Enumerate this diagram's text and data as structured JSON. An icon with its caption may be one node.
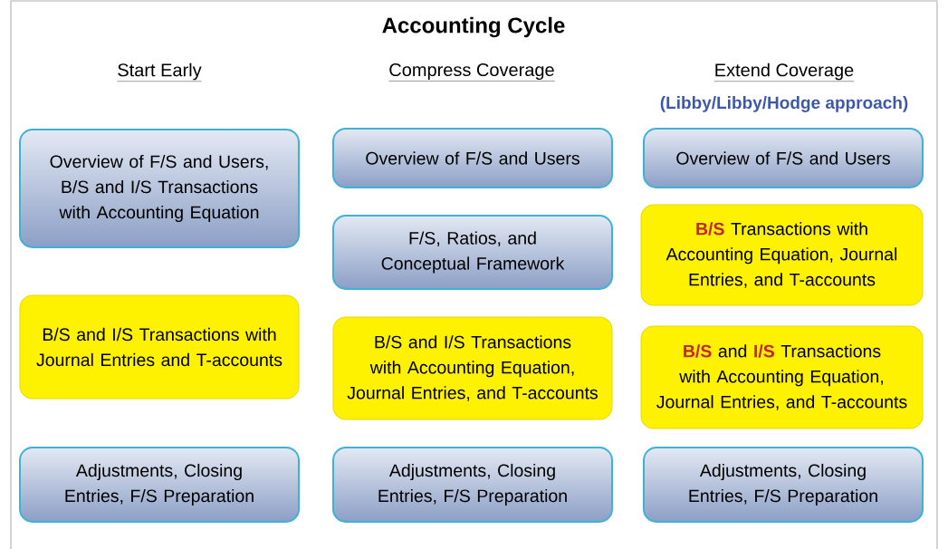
{
  "diagram": {
    "title": "Accounting Cycle",
    "nodes": [
      {
        "text": [
          "Overview of F/S and Users, B/S and I/S Transactions with Accounting Equation"
        ]
      },
      {
        "text": [
          "B/S and I/S Transactions with Journal Entries and T-accounts"
        ]
      },
      {
        "text": [
          "Adjustments, Closing Entries, F/S Preparation"
        ]
      },
      {
        "text": [
          "Overview of F/S and Users"
        ]
      },
      {
        "text": [
          "F/S, Ratios, and Conceptual Framework"
        ]
      },
      {
        "text": [
          "B/S and I/S Transactions with Accounting Equation, Journal Entries, and T-accounts"
        ]
      },
      {
        "text": [
          "Adjustments, Closing Entries, F/S Preparation"
        ]
      },
      {
        "text": [
          "Overview of F/S and Users"
        ]
      },
      {
        "text": [
          "**B/S** Transactions with Accounting Equation, Journal Entries, and T-accounts"
        ]
      },
      {
        "text": [
          "**B/S** and **I/S** Transactions with Accounting Equation, Journal Entries, and T-accounts"
        ]
      },
      {
        "text": [
          "Adjustments, Closing Entries, F/S Preparation"
        ]
      }
    ],
    "labels": [
      "Start Early",
      "Compress Coverage",
      "Extend Coverage",
      "(Libby/Libby/Hodge approach)"
    ]
  }
}
